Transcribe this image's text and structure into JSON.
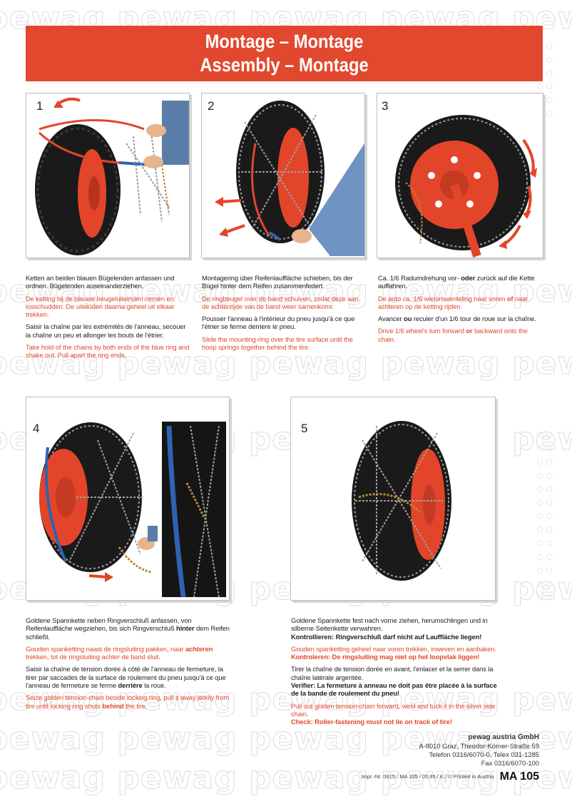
{
  "header": {
    "line1": "Montage – Montage",
    "line2": "Assembly – Montage"
  },
  "watermark": {
    "word": "pewag"
  },
  "steps": [
    {
      "number": "1",
      "de": "Ketten an beiden blauen Bügelenden anfassen und ordnen. Bügelenden auseinanderziehen.",
      "nl": "De ketting bij de blauwe beugeluiteinden nemen en losschudden. De uiteinden daarna geheel uit elkaar trekken.",
      "fr": "Saisir la chaîne par les extrémités de l'anneau, secouer la chaîne un peu et allonger les bouts de l'étrier.",
      "en": "Take hold of the chains by both ends of the blue ring and shake out. Pull apart the ring ends."
    },
    {
      "number": "2",
      "de": "Montagering über Reifenlauffläche schieben, bis der Bügel hinter dem Reifen zusammenfedert.",
      "nl": "De ringbeugel over de band schuiven, zodat deze aan de achterzijde van de band weer samenkomt.",
      "fr": "Pousser l'anneau à l'intérieur du pneu jusqu'à ce que l'étrier se ferme derriere le pneu.",
      "en": "Slide the mounting-ring over the tire surface until the hoop springs together behind the tire."
    },
    {
      "number": "3",
      "de_a": "Ca. 1/6 Radumdrehung vor-",
      "de_b": "oder",
      "de_c": "zurück auf die Kette auffahren.",
      "nl_a": "De auto ca. 1/6 wielomwenteling naar voren",
      "nl_b": "of",
      "nl_c": "naar achteren op de ketting rijden.",
      "fr_a": "Avancer",
      "fr_b": "ou",
      "fr_c": "reculer d'un 1/6 tour de roue sur la chaîne.",
      "en_a": "Drive 1/6 wheel's turn forward",
      "en_b": "or",
      "en_c": "backward onto the chain."
    },
    {
      "number": "4",
      "de_a": "Goldene Spannkette neben Ringverschluß anfassen, von Reifenlauffläche wegziehen, bis sich Ringverschluß",
      "de_b": "hinter",
      "de_c": "dem Reifen schließt.",
      "nl_a": "Gouden spanketting naast de ringsluiting pakken, naar",
      "nl_b": "achteren",
      "nl_c": "trekken, tot de ringsluiting achter de band sluit.",
      "fr_a": "Saisir la chaîne de tension dorée à côté de l'anneau de fermeture, la tirer par saccades de la surface de roulement du pneu jusqu'à ce que l'anneau de fermeture se ferme",
      "fr_b": "derrière",
      "fr_c": "la roue.",
      "en_a": "Seize golden tension-chain beside locking ring, pull it away jerkily from tire until locking ring shuts",
      "en_b": "behind",
      "en_c": "the tire."
    },
    {
      "number": "5",
      "de": "Goldene Spannkette fest nach vorne ziehen, herumschlingen und in silberne Seitenkette verwahren.",
      "de_check": "Kontrollieren: Ringverschluß darf nicht auf Lauffläche liegen!",
      "nl": "Gouden spanketting geheel naar voren trekken, inweven en aanhaken.",
      "nl_check": "Kontroleren: De ringsluiting mag niet op het loopvlak liggen!",
      "fr": "Tirer la chaîne de tension dorée en avant, l'enlacer et la serrer dans la chaîne latérale argentée.",
      "fr_check": "Verifier: La fermeture à anneau ne doit pas être placée à la surface de la bande de roulement du pneu!",
      "en": "Pull out golden tension-chain forward, wind and tuck it in the silver side chain.",
      "en_check": "Check: Roller-fastening must not lie on track of tire!"
    }
  ],
  "company": {
    "name": "pewag austria GmbH",
    "address": "A-8010 Graz, Theodor-Körner-Straße 59",
    "phone": "Telefon 0316/6070-0, Telex 031-1285",
    "fax": "Fax 0316/6070-100"
  },
  "footer": {
    "imprint": "Impr.-Nr. 0615 / MA 105 / 05.95 / K / © Printed in Austria",
    "code": "MA 105"
  },
  "colors": {
    "accent_red": "#e2482e",
    "tire": "#1a1a1a",
    "rim": "#e3452a",
    "ring_blue": "#2f62b0",
    "tension_chain": "#b8893a"
  }
}
